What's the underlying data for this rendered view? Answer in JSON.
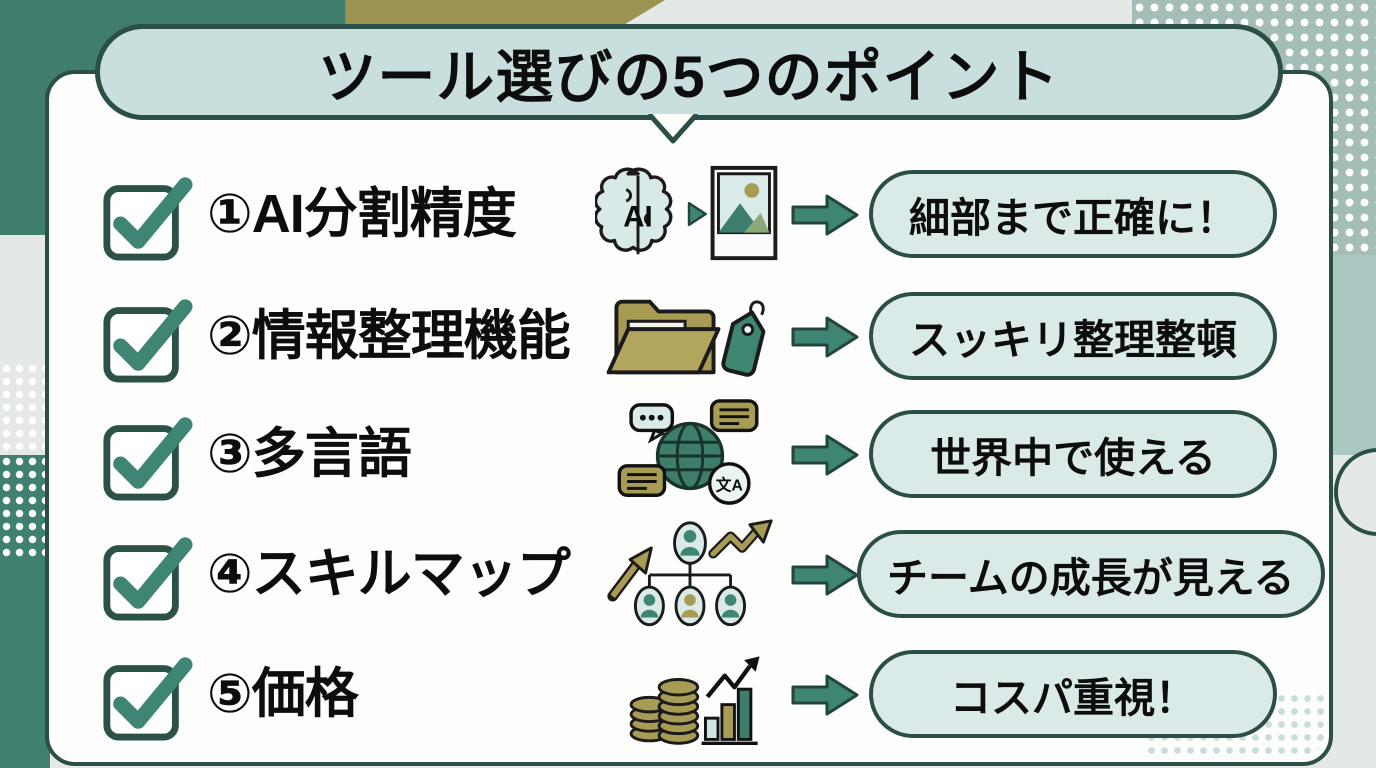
{
  "title": "ツール選びの5つのポイント",
  "rows": [
    {
      "label": "①AI分割精度",
      "result": "細部まで正確に！",
      "icon": "brain-ai-to-image"
    },
    {
      "label": "②情報整理機能",
      "result": "スッキリ整理整頓",
      "icon": "folder-and-tag"
    },
    {
      "label": "③多言語",
      "result": "世界中で使える",
      "icon": "globe-translation"
    },
    {
      "label": "④スキルマップ",
      "result": "チームの成長が見える",
      "icon": "team-org-growth"
    },
    {
      "label": "⑤価格",
      "result": "コスパ重視！",
      "icon": "coins-and-bar-chart"
    }
  ],
  "icon_texts": {
    "brain_label": "AI",
    "translate_bubble": "文A"
  },
  "colors": {
    "teal_dark_border": "#2B4F46",
    "teal_accent": "#3E8573",
    "teal_background": "#3F7E6C",
    "olive": "#9A9352",
    "olive_icon": "#A89B54",
    "bubble_fill": "#C8DFDD",
    "pill_fill": "#D9EAE8",
    "card_white": "#FDFDFB",
    "gray_background": "#E4E9E7",
    "halftone_base": "#A4BDB8",
    "text_black": "#0D0D0D"
  }
}
